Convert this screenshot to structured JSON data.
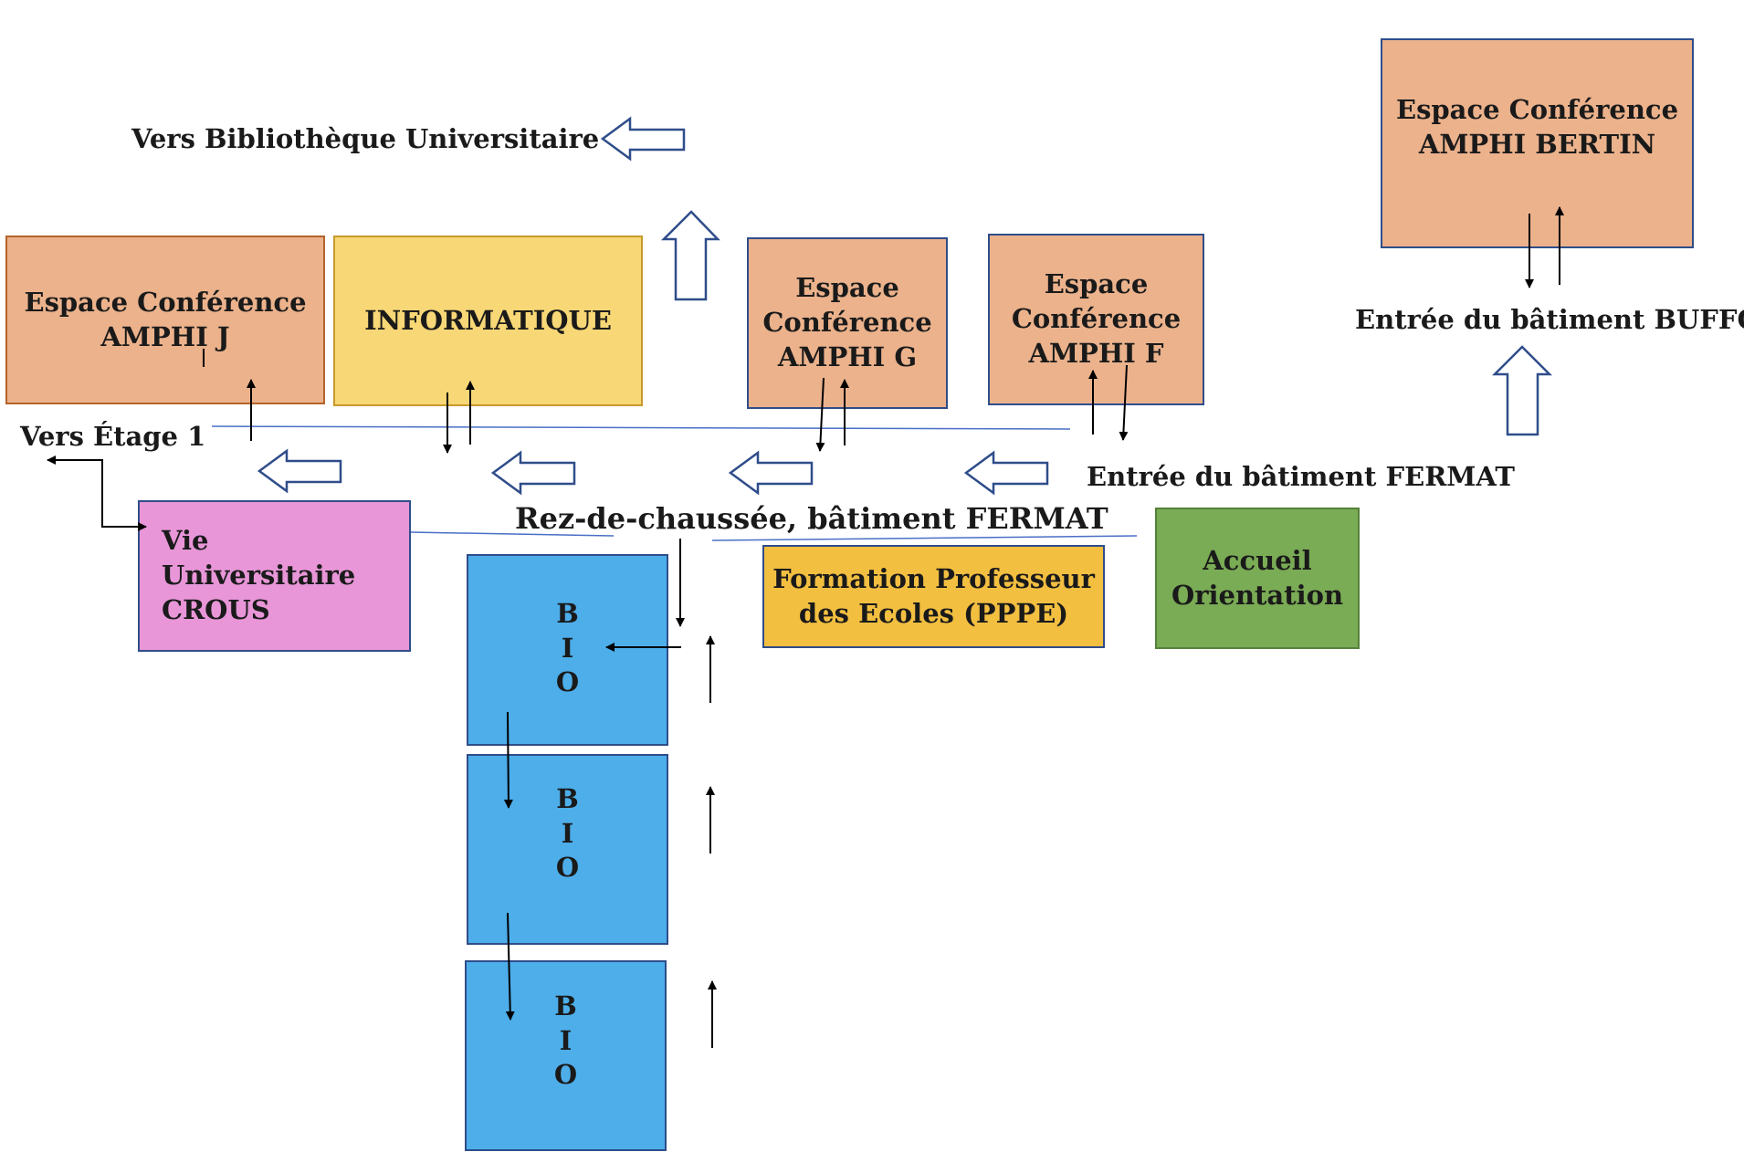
{
  "labels": {
    "library": "Vers Bibliothèque Universitaire",
    "floor1": "Vers Étage 1",
    "ground_floor": "Rez-de-chaussée, bâtiment FERMAT",
    "fermat_entrance": "Entrée du bâtiment FERMAT",
    "buffon_entrance": "Entrée du bâtiment BUFFON"
  },
  "rooms": {
    "amphi_j": "Espace Conférence\nAMPHI J",
    "informatique": "INFORMATIQUE",
    "amphi_g": "Espace\nConférence\nAMPHI G",
    "amphi_f": "Espace\nConférence\nAMPHI F",
    "amphi_bertin": "Espace Conférence\nAMPHI BERTIN",
    "crous": "Vie Universitaire\nCROUS",
    "pppe": "Formation Professeur\ndes Ecoles (PPPE)",
    "accueil": "Accueil\nOrientation",
    "bio_1": "B\nI\nO",
    "bio_2": "B\nI\nO",
    "bio_3": "B\nI\nO"
  },
  "colors": {
    "amphi": "#ebb28c",
    "amphi_border_j": "#b5622a",
    "amphi_border": "#2f4d8a",
    "informatique": "#f8d776",
    "informatique_border": "#c79a2b",
    "crous": "#e896d8",
    "pppe": "#f3bf41",
    "accueil": "#7aab55",
    "accueil_border": "#56813a",
    "bio": "#4daeea",
    "bio_border": "#2f4d8a",
    "hollow_arrow": "#2f4d8a",
    "corridor_line": "#4a6fc7"
  }
}
